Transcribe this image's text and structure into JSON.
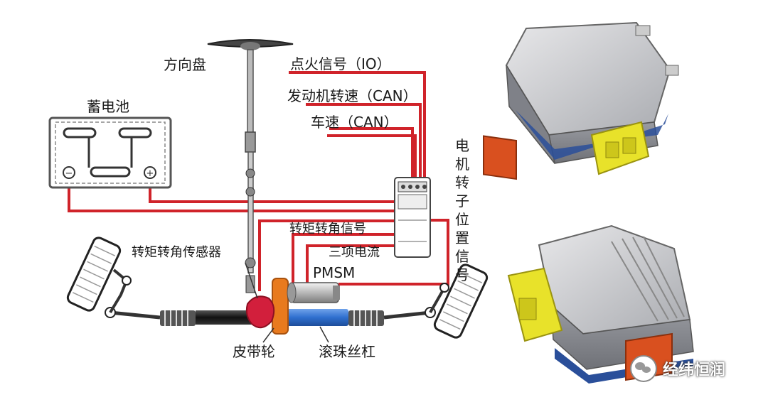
{
  "labels": {
    "steering_wheel": "方向盘",
    "battery": "蓄电池",
    "ignition": "点火信号（IO）",
    "engine_speed": "发动机转速（CAN）",
    "vehicle_speed": "车速（CAN）",
    "torque_angle_signal": "转矩转角信号",
    "three_phase": "三项电流",
    "pmsm": "PMSM",
    "torque_sensor": "转矩转角传感器",
    "belt_wheel": "皮带轮",
    "ball_screw": "滚珠丝杠",
    "rotor_position": "电机转子位置信号"
  },
  "watermark": "经纬恒润",
  "colors": {
    "wire_red": "#d0232a",
    "ball_screw_blue": "#2f6fcf",
    "belt_orange": "#e87a1e",
    "sensor_red": "#d21f3c",
    "connector_yellow": "#e8e22a",
    "connector_orange": "#d9501f"
  }
}
